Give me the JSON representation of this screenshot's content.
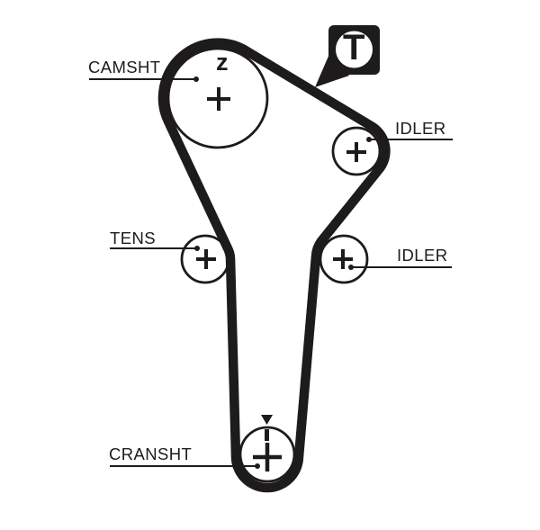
{
  "diagram": {
    "type": "timing-belt-routing-diagram",
    "colors": {
      "ink": "#1e1b1c",
      "background": "#ffffff"
    },
    "labels": {
      "camshaft": "CAMSHT",
      "idler_top": "IDLER",
      "idler_bottom": "IDLER",
      "tensioner": "TENS",
      "crankshaft": "CRANSHT"
    },
    "marks": {
      "camshaft_mark": "z",
      "brand_letter": "T"
    }
  }
}
